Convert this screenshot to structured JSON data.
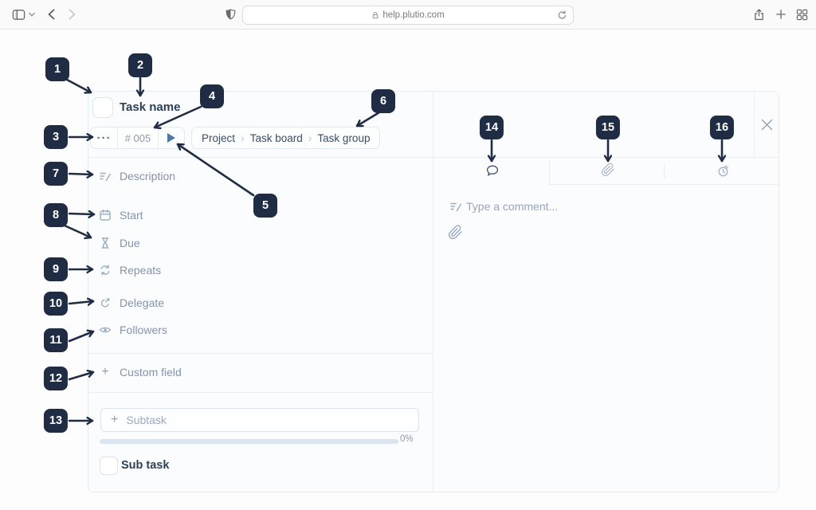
{
  "browser": {
    "address": "help.plutio.com"
  },
  "panel": {
    "title": "Task name",
    "more": "···",
    "task_number": "# 005",
    "breadcrumb": {
      "separator": "›",
      "items": [
        "Project",
        "Task board",
        "Task group"
      ]
    },
    "fields": [
      "Description",
      "Start",
      "Due",
      "Repeats",
      "Delegate",
      "Followers"
    ],
    "plus": "+",
    "custom_field": "Custom field",
    "subtask_placeholder": "Subtask",
    "progress": "0%",
    "subtask_name": "Sub task",
    "comment_placeholder": "Type a comment..."
  },
  "callouts": [
    "1",
    "2",
    "3",
    "4",
    "5",
    "6",
    "7",
    "8",
    "9",
    "10",
    "11",
    "12",
    "13",
    "14",
    "15",
    "16"
  ],
  "icons": {
    "browser": [
      "sidebar-icon",
      "chevron-down-icon",
      "back-icon",
      "forward-icon",
      "shield-icon",
      "lock-icon",
      "reload-icon",
      "share-icon",
      "new-tab-icon",
      "tab-overview-icon"
    ],
    "panel": [
      "checkbox",
      "more-icon",
      "play-icon",
      "description-icon",
      "calendar-icon",
      "hourglass-icon",
      "repeat-icon",
      "delegate-icon",
      "eye-icon",
      "plus-icon",
      "comment-icon",
      "paperclip-icon",
      "timer-icon",
      "close-icon"
    ]
  },
  "colors": {
    "badge": "#1f2c44",
    "play_button": "#4e7aa9",
    "progress_track": "#dbe5f1"
  }
}
